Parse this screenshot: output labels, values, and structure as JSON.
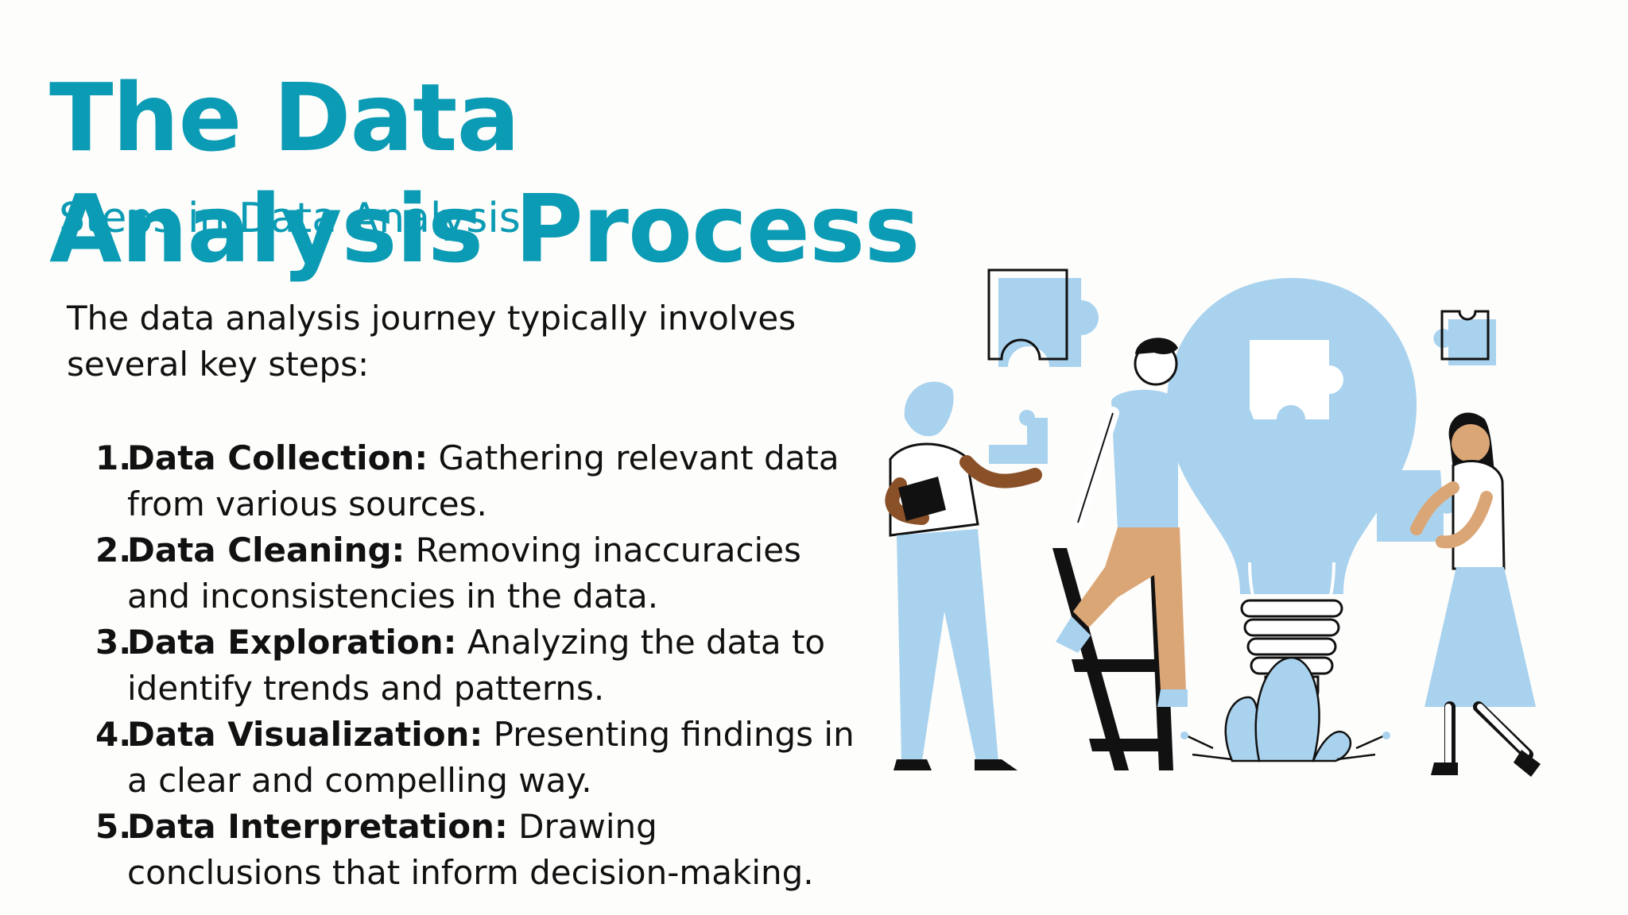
{
  "slide": {
    "title": "The Data Analysis Process",
    "subtitle": "Steps in Data Analysis",
    "intro": "The data analysis journey typically involves several key steps:",
    "steps": [
      {
        "num": "1.",
        "term": "Data Collection:",
        "text": " Gathering relevant data from various sources."
      },
      {
        "num": "2.",
        "term": "Data Cleaning:",
        "text": " Removing inaccuracies and inconsistencies in the data."
      },
      {
        "num": "3.",
        "term": "Data Exploration:",
        "text": " Analyzing the data to identify trends and patterns."
      },
      {
        "num": "4.",
        "term": "Data Visualization:",
        "text": " Presenting findings in a clear and compelling way."
      },
      {
        "num": "5.",
        "term": "Data Interpretation:",
        "text": " Drawing conclusions that inform decision-making."
      }
    ]
  },
  "colors": {
    "title": "#0b9bb4",
    "illustration_blue": "#a9d2ee",
    "skin_light": "#dba676",
    "skin_dark": "#8a5128"
  },
  "illustration": {
    "icon": "lightbulb-puzzle-team-illustration"
  }
}
